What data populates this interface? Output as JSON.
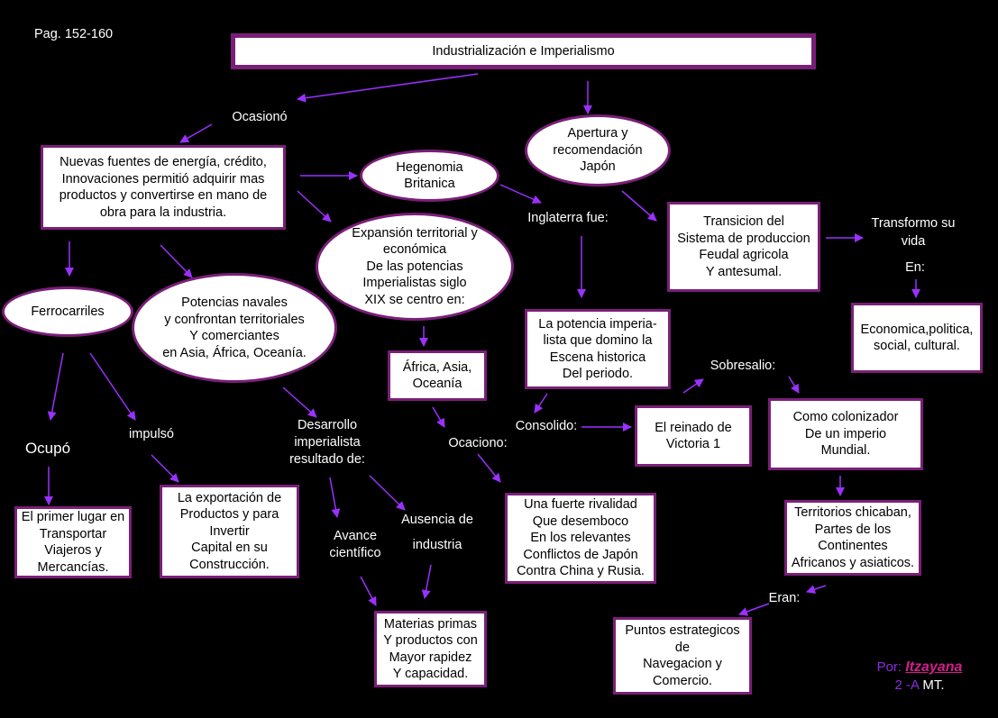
{
  "page_ref": "Pag. 152-160",
  "title": "Industrialización e Imperialismo",
  "colors": {
    "background": "#000000",
    "border": "#7a1f78",
    "arrow": "#9b30ff",
    "author_name": "#d21d8c",
    "author_group": "#8a2be2"
  },
  "labels": {
    "ocasiono": "Ocasionó",
    "inglaterra_fue": "Inglaterra fue:",
    "transformo": "Transformo su\nvida",
    "en": "En:",
    "sobresalio": "Sobresalio:",
    "ocupo": "Ocupó",
    "impulso": "impulsó",
    "desarrollo": "Desarrollo\nimperialista\nresultado de:",
    "consolido": "Consolido:",
    "ocaciono": "Ocaciono:",
    "avance": "Avance\ncientífico",
    "ausencia": "Ausencia de\n\nindustria",
    "eran": "Eran:"
  },
  "nodes": {
    "nuevas_fuentes": "Nuevas fuentes de energía, crédito,\nInnovaciones permitió adquirir mas\nproductos y convertirse en mano de\nobra para la industria.",
    "hegemonia": "Hegenomia\nBritanica",
    "apertura": "Apertura y\nrecomendación\nJapón",
    "expansion": "Expansión territorial y\neconómica\nDe las potencias\nImperialistas siglo\nXIX se centro en:",
    "transicion": "Transicion del\nSistema de produccion\nFeudal agricola\nY antesumal.",
    "ferrocarriles": "Ferrocarriles",
    "potencias_navales": "Potencias navales\ny confrontan territoriales\nY comerciantes\nen Asia, África, Oceanía.",
    "potencia_imperia": "La potencia imperia-\nlista que domino la\nEscena historica\nDel periodo.",
    "economica": "Economica,politica,\nsocial, cultural.",
    "africa": "África, Asia,\nOceanía",
    "reinado": "El reinado de\nVictoria 1",
    "colonizador": "Como colonizador\nDe un imperio\nMundial.",
    "primer_lugar": "El primer lugar en\nTransportar\nViajeros y\nMercancías.",
    "exportacion": "La exportación de\nProductos y para\nInvertir\nCapital en su\nConstrucción.",
    "rivalidad": "Una fuerte rivalidad\nQue desemboco\nEn los relevantes\nConflictos de Japón\nContra China y Rusia.",
    "territorios": "Territorios chicaban,\nPartes de los\nContinentes\nAfricanos y asiaticos.",
    "materias": "Materias primas\nY productos con\nMayor rapidez\nY capacidad.",
    "puntos": "Puntos estrategicos\nde\nNavegacion y\nComercio."
  },
  "author": {
    "por": "Por:",
    "name": "Itzayana",
    "group": "2 -A",
    "suffix": "MT."
  }
}
